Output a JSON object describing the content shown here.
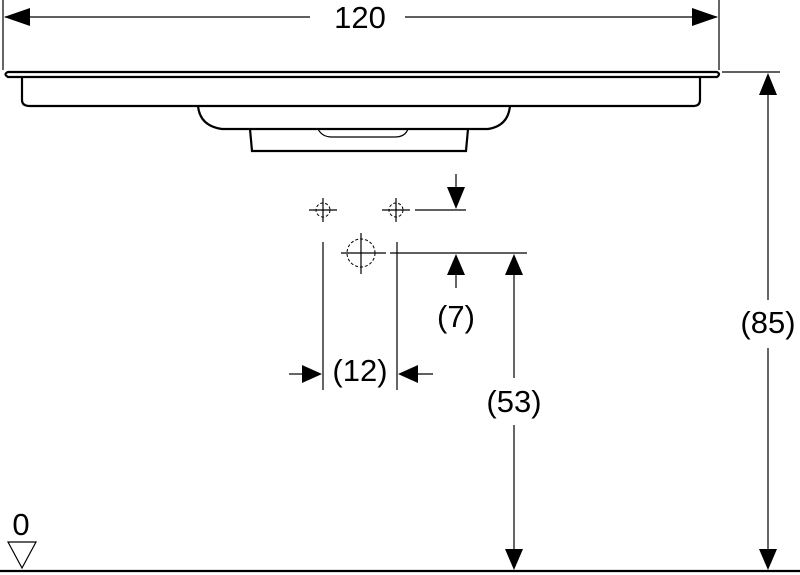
{
  "dimensions": {
    "width_label": "120",
    "height_label": "(85)",
    "outlet_height_label": "(53)",
    "hole_offset_label": "(7)",
    "hole_spacing_label": "(12)",
    "floor_label": "0"
  }
}
